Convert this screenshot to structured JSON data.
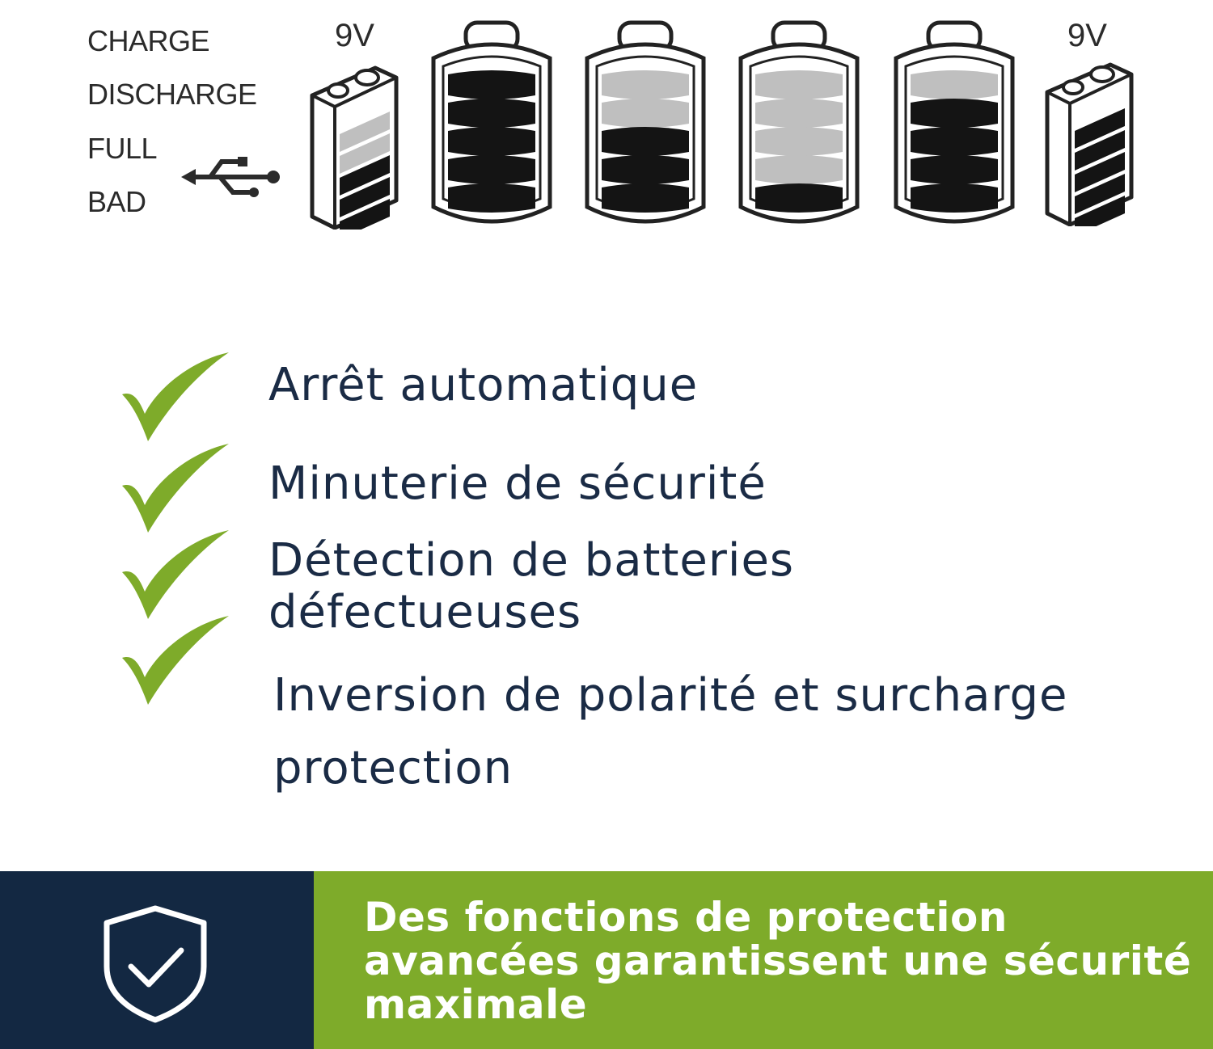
{
  "lcd": {
    "labels": [
      "CHARGE",
      "DISCHARGE",
      "FULL",
      "BAD"
    ],
    "voltage_left": "9V",
    "voltage_right": "9V",
    "usb_icon": "usb-icon",
    "batteries": [
      {
        "kind": "9V",
        "level": "3/5",
        "bars": [
          0,
          0,
          1,
          1,
          1
        ]
      },
      {
        "kind": "cell",
        "level": "5/5",
        "bars": [
          1,
          1,
          1,
          1,
          1
        ]
      },
      {
        "kind": "cell",
        "level": "3/5",
        "bars": [
          0,
          0,
          1,
          1,
          1
        ]
      },
      {
        "kind": "cell",
        "level": "1/5",
        "bars": [
          0,
          0,
          0,
          0,
          1
        ]
      },
      {
        "kind": "cell",
        "level": "4/5",
        "bars": [
          0,
          1,
          1,
          1,
          1
        ]
      },
      {
        "kind": "9V",
        "level": "5/5",
        "bars": [
          1,
          1,
          1,
          1,
          1
        ]
      }
    ]
  },
  "features": [
    {
      "text": "Arrêt automatique"
    },
    {
      "text": "Minuterie de sécurité"
    },
    {
      "line1": "Détection de batteries",
      "line2": "défectueuses"
    },
    {
      "line1": "Inversion de polarité et surcharge",
      "line2": "protection"
    }
  ],
  "footer": {
    "text": "Des fonctions de protection avancées garantissent une sécurité maximale",
    "icon": "shield-check-icon",
    "left_color": "#132842",
    "right_color": "#7eab2a"
  },
  "colors": {
    "check": "#7eab2a",
    "text": "#1a2b45"
  }
}
